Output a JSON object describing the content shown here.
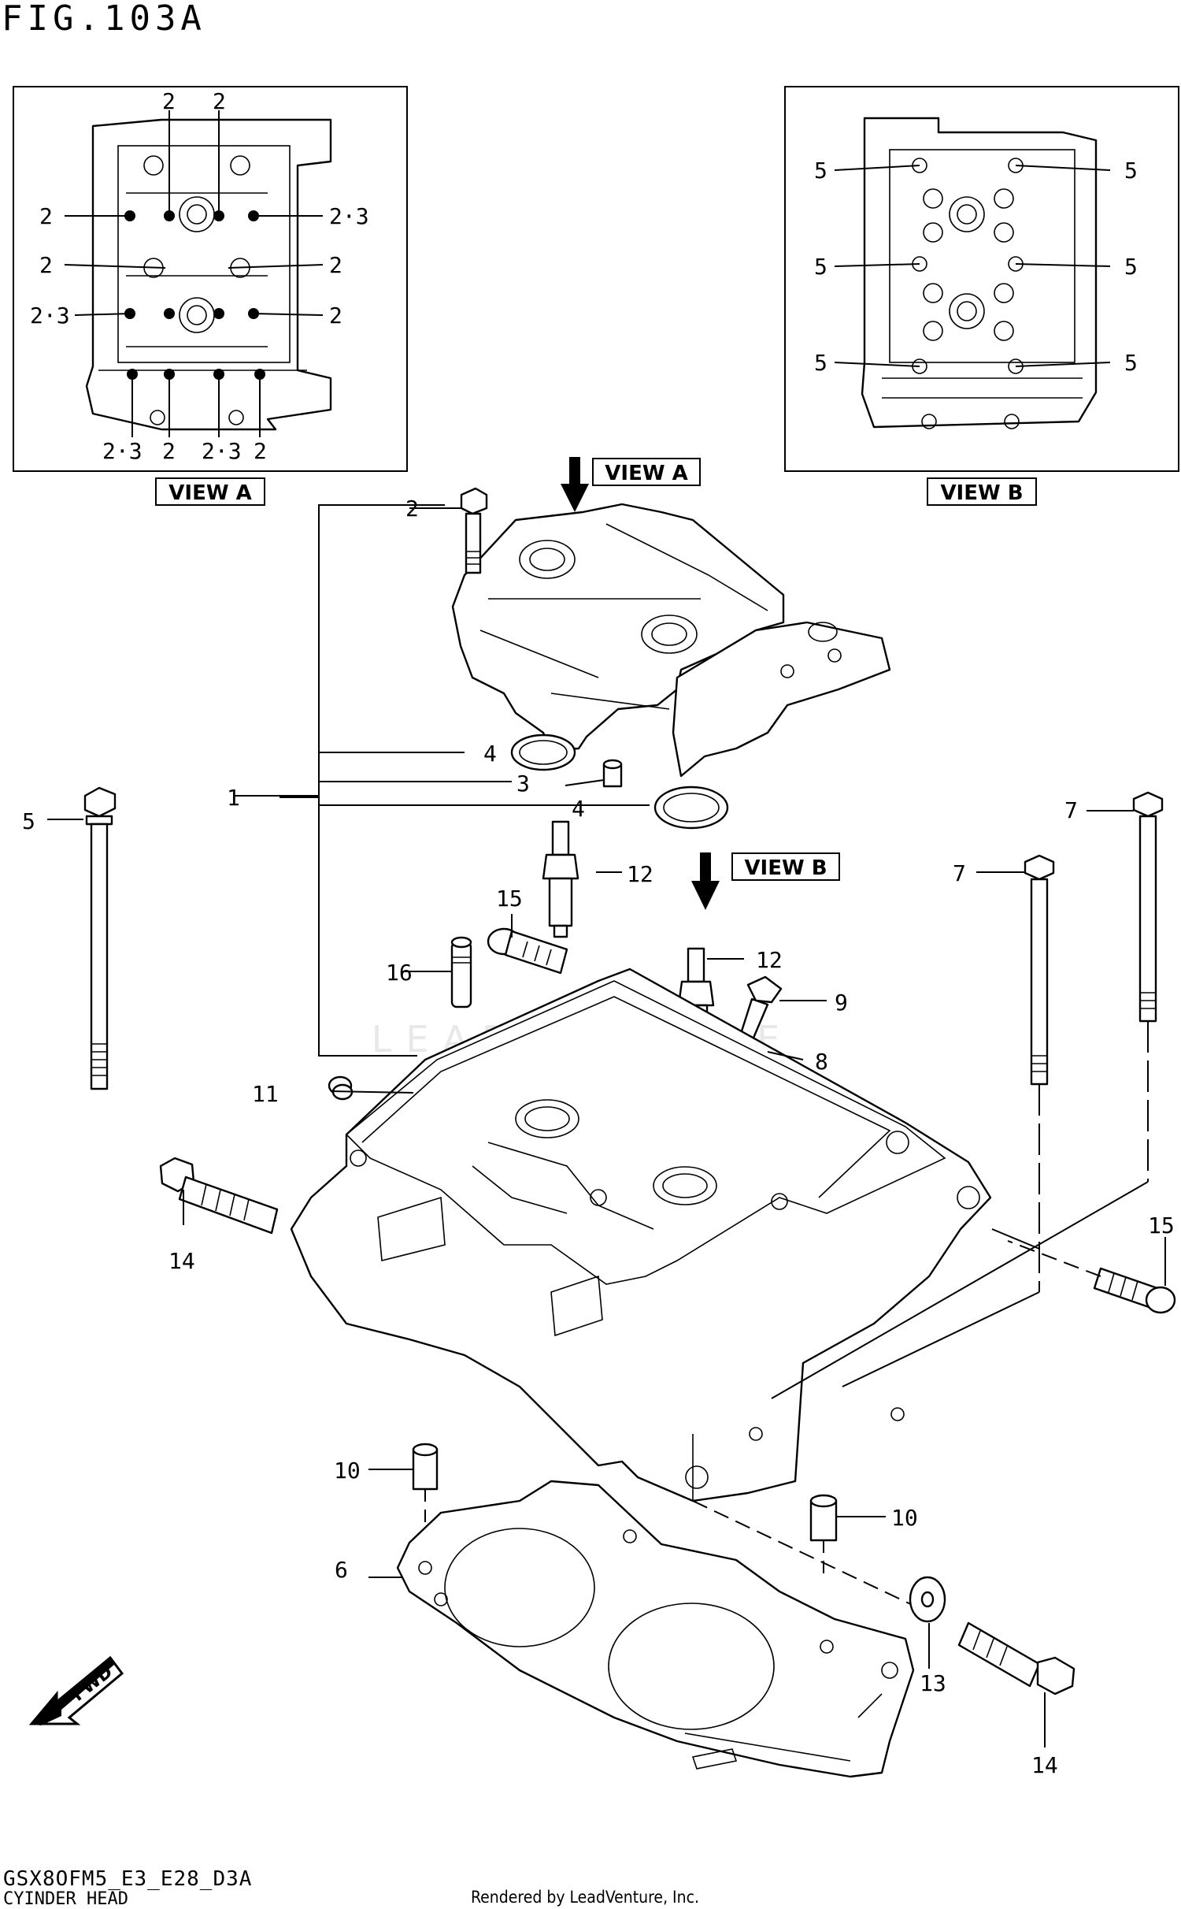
{
  "figure": {
    "title": "FIG.103A"
  },
  "footer": {
    "model": "GSX8OFM5_E3_E28_D3A",
    "name": "CYINDER HEAD",
    "rendered_by": "Rendered by LeadVenture, Inc."
  },
  "views": {
    "view_a_label": "VIEW A",
    "view_b_label": "VIEW B",
    "arrow_a_label": "VIEW A",
    "arrow_b_label": "VIEW B",
    "fwd_label": "FWD",
    "view_a_callouts": [
      "2",
      "2",
      "2",
      "2·3",
      "2",
      "2",
      "2·3",
      "2",
      "2·3",
      "2",
      "2·3",
      "2"
    ],
    "view_b_callouts": [
      "5",
      "5",
      "5",
      "5",
      "5",
      "5"
    ]
  },
  "callouts": {
    "c1": "1",
    "c2": "2",
    "c3": "3",
    "c4a": "4",
    "c4b": "4",
    "c5": "5",
    "c6": "6",
    "c7a": "7",
    "c7b": "7",
    "c8": "8",
    "c9": "9",
    "c10a": "10",
    "c10b": "10",
    "c11": "11",
    "c12a": "12",
    "c12b": "12",
    "c13": "13",
    "c14a": "14",
    "c14b": "14",
    "c15a": "15",
    "c15b": "15",
    "c16": "16"
  },
  "watermark": "LEADVENTURE"
}
